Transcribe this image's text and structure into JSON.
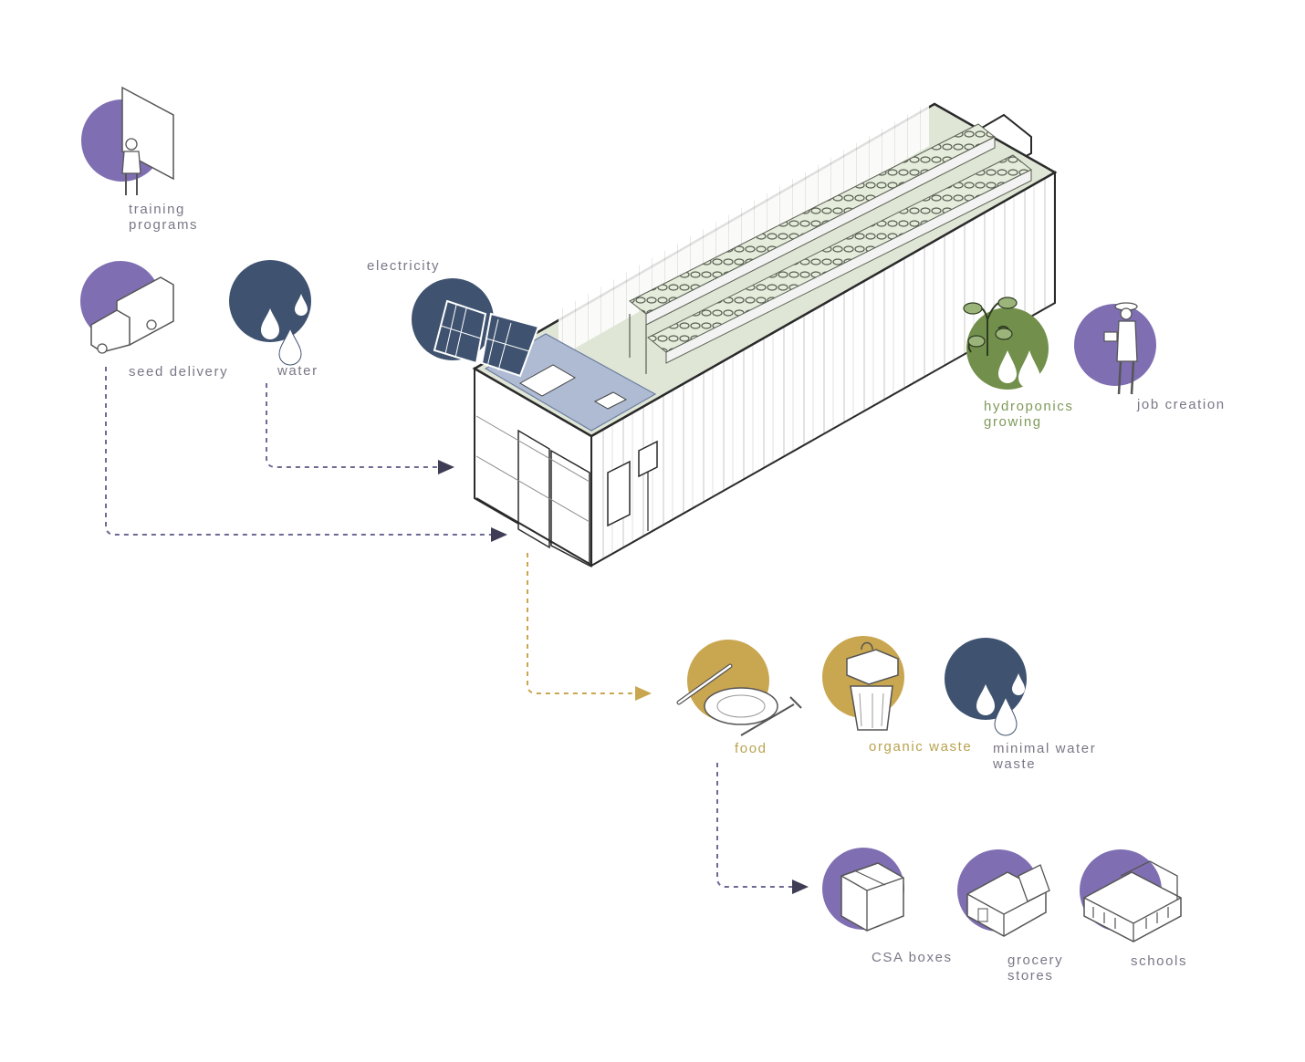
{
  "colors": {
    "purple": "#7f6fb2",
    "navy": "#3f5370",
    "olive": "#72904c",
    "gold": "#c9a650",
    "outline": "#2a2a2a",
    "interior": "#dfe6d6",
    "panel_blue": "#aebbd3",
    "arrow_purple": "#6d6a93",
    "arrow_gold": "#c9a650"
  },
  "nodes": [
    {
      "id": "training",
      "label_lines": [
        "training",
        "programs"
      ],
      "color": "purple",
      "icon": "teacher-at-board-icon"
    },
    {
      "id": "seed",
      "label_lines": [
        "seed delivery"
      ],
      "color": "purple",
      "icon": "delivery-truck-icon"
    },
    {
      "id": "water",
      "label_lines": [
        "water"
      ],
      "color": "navy",
      "icon": "water-drops-icon"
    },
    {
      "id": "electricity",
      "label_lines": [
        "electricity"
      ],
      "color": "navy",
      "icon": "solar-panel-icon"
    },
    {
      "id": "hydroponics",
      "label_lines": [
        "hydroponics",
        "growing"
      ],
      "color": "olive",
      "icon": "plant-drops-icon"
    },
    {
      "id": "jobs",
      "label_lines": [
        "job creation"
      ],
      "color": "purple",
      "icon": "farmer-icon"
    },
    {
      "id": "food",
      "label_lines": [
        "food"
      ],
      "color": "gold",
      "icon": "plate-cutlery-icon"
    },
    {
      "id": "organic",
      "label_lines": [
        "organic waste"
      ],
      "color": "gold",
      "icon": "compost-bin-icon"
    },
    {
      "id": "minwater",
      "label_lines": [
        "minimal water",
        "waste"
      ],
      "color": "navy",
      "icon": "water-drops-icon"
    },
    {
      "id": "csa",
      "label_lines": [
        "CSA boxes"
      ],
      "color": "purple",
      "icon": "cardboard-box-icon"
    },
    {
      "id": "grocery",
      "label_lines": [
        "grocery",
        "stores"
      ],
      "color": "purple",
      "icon": "storefront-icon"
    },
    {
      "id": "schools",
      "label_lines": [
        "schools"
      ],
      "color": "purple",
      "icon": "school-building-icon"
    }
  ],
  "edges": [
    {
      "from": "water",
      "to": "container",
      "style": "dashed",
      "color": "arrow_purple"
    },
    {
      "from": "seed",
      "to": "container",
      "style": "dashed",
      "color": "arrow_purple"
    },
    {
      "from": "container",
      "to": "food",
      "style": "dashed",
      "color": "arrow_gold"
    },
    {
      "from": "food",
      "to": "csa",
      "style": "dashed",
      "color": "arrow_purple"
    }
  ]
}
